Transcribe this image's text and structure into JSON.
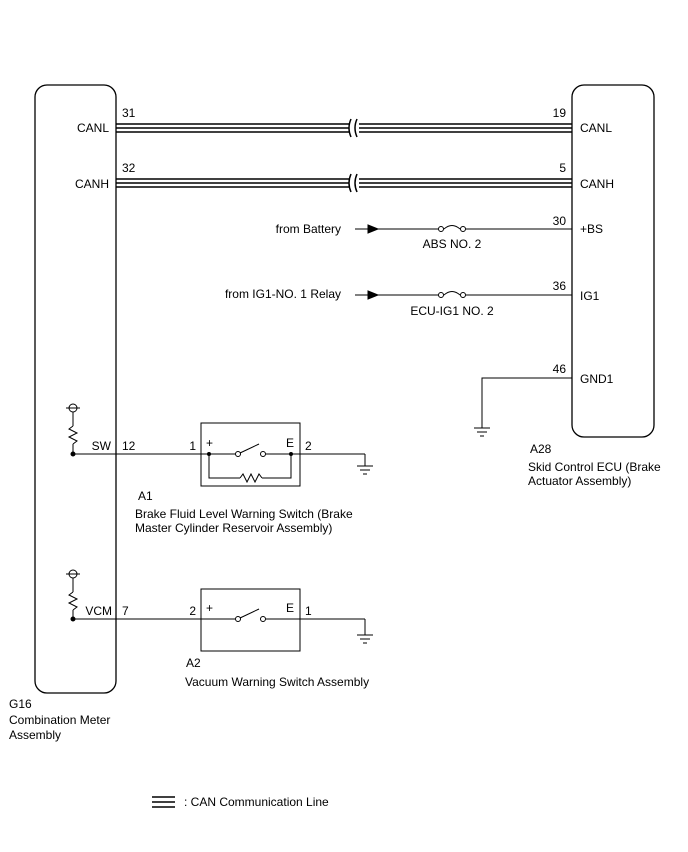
{
  "meter": {
    "code": "G16",
    "name_lines": [
      "Combination Meter",
      "Assembly"
    ],
    "pins": {
      "canl": "CANL",
      "canh": "CANH",
      "sw": "SW",
      "vcm": "VCM"
    }
  },
  "ecu": {
    "code": "A28",
    "name_lines": [
      "Skid Control ECU (Brake",
      "Actuator Assembly)"
    ],
    "pins": {
      "canl": "CANL",
      "canh": "CANH",
      "bs": "+BS",
      "ig1": "IG1",
      "gnd1": "GND1"
    }
  },
  "wires": {
    "canl": {
      "left_pin": "31",
      "right_pin": "19"
    },
    "canh": {
      "left_pin": "32",
      "right_pin": "5"
    },
    "battery": {
      "source": "from Battery",
      "fuse": "ABS NO. 2",
      "pin": "30"
    },
    "ig1": {
      "source": "from IG1-NO. 1 Relay",
      "fuse": "ECU-IG1 NO. 2",
      "pin": "36"
    },
    "gnd": {
      "pin": "46"
    },
    "sw": {
      "meter_pin": "12"
    },
    "vcm": {
      "meter_pin": "7"
    }
  },
  "switch_a1": {
    "code": "A1",
    "name_lines": [
      "Brake Fluid Level Warning Switch (Brake",
      "Master Cylinder Reservoir Assembly)"
    ],
    "pin_in": "1",
    "pin_out": "2",
    "plus": "+",
    "e": "E"
  },
  "switch_a2": {
    "code": "A2",
    "name_lines": [
      "Vacuum Warning Switch Assembly"
    ],
    "pin_in": "2",
    "pin_out": "1",
    "plus": "+",
    "e": "E"
  },
  "legend": {
    "text": ": CAN Communication Line"
  }
}
